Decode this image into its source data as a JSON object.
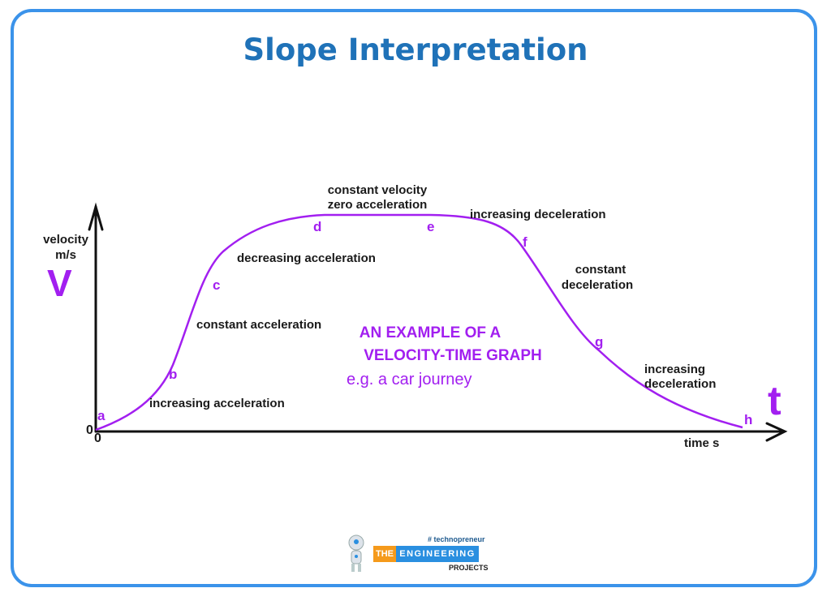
{
  "title": "Slope Interpretation",
  "axes": {
    "y_label_line1": "velocity",
    "y_label_line2": "m/s",
    "y_symbol": "V",
    "x_symbol": "t",
    "x_label": "time s",
    "origin_y": "0",
    "origin_x": "0"
  },
  "points": [
    "a",
    "b",
    "c",
    "d",
    "e",
    "f",
    "g",
    "h"
  ],
  "annotations": {
    "increasing_acceleration": "increasing acceleration",
    "constant_acceleration": "constant acceleration",
    "decreasing_acceleration": "decreasing acceleration",
    "constant_velocity_line1": "constant velocity",
    "constant_velocity_line2": "zero acceleration",
    "increasing_deceleration_1": "increasing deceleration",
    "constant_deceleration_line1": "constant",
    "constant_deceleration_line2": "deceleration",
    "increasing_deceleration_2_line1": "increasing",
    "increasing_deceleration_2_line2": "deceleration"
  },
  "caption": {
    "line1": "AN EXAMPLE OF A",
    "line2": "VELOCITY-TIME GRAPH",
    "line3": "e.g. a car journey"
  },
  "logo": {
    "tagline": "# technopreneur",
    "the": "THE",
    "engineering": "ENGINEERING",
    "projects": "PROJECTS"
  },
  "colors": {
    "accent": "#a21ff0",
    "title": "#1f72b8",
    "frame": "#3b93ea"
  }
}
